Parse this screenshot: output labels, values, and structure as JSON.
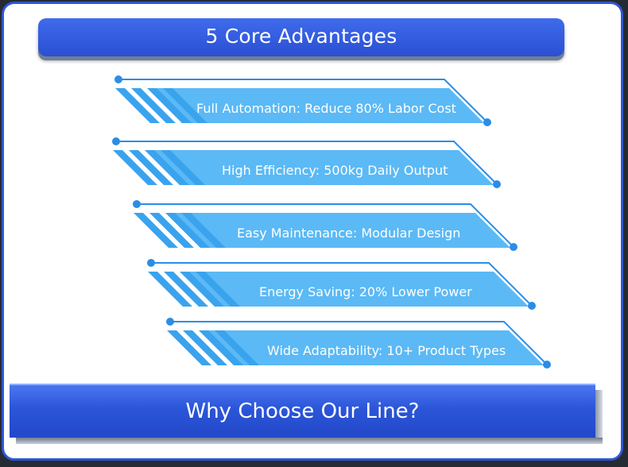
{
  "title": "5 Core Advantages",
  "advantages": [
    {
      "label": "Full Automation: Reduce 80% Labor Cost"
    },
    {
      "label": "High Efficiency: 500kg Daily Output"
    },
    {
      "label": "Easy Maintenance: Modular Design"
    },
    {
      "label": "Energy Saving: 20% Lower Power"
    },
    {
      "label": "Wide Adaptability: 10+ Product Types"
    }
  ],
  "footer": "Why Choose Our Line?",
  "colors": {
    "brand_blue": "#2f56d6",
    "ribbon_light": "#5bb9f5",
    "ribbon_mid": "#3aa3ee",
    "accent_dot": "#2b8de6",
    "background": "#ffffff"
  }
}
